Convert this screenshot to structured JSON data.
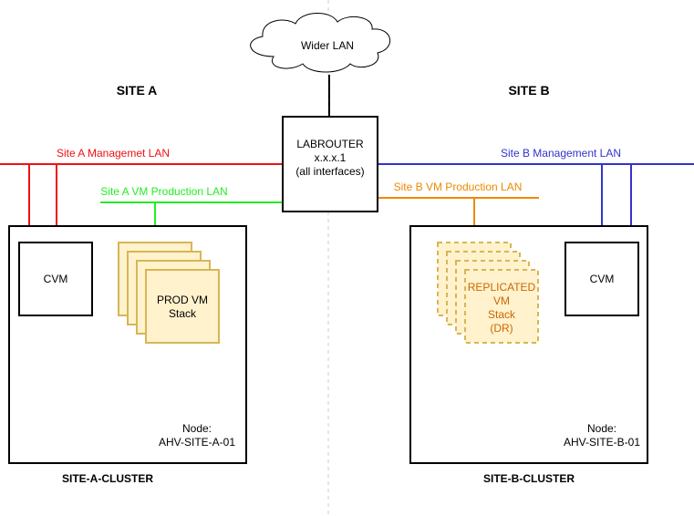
{
  "cloud": {
    "label": "Wider LAN"
  },
  "sites": {
    "a": {
      "title": "SITE A",
      "cluster_label": "SITE-A-CLUSTER",
      "mgmt_lan": "Site A Managemet LAN",
      "vm_lan": "Site A VM Production LAN",
      "cvm": "CVM",
      "stack": [
        "PROD VM",
        "Stack"
      ],
      "node": [
        "Node:",
        "AHV-SITE-A-01"
      ]
    },
    "b": {
      "title": "SITE B",
      "cluster_label": "SITE-B-CLUSTER",
      "mgmt_lan": "Site B Management LAN",
      "vm_lan": "Site B VM Production LAN",
      "cvm": "CVM",
      "stack": [
        "REPLICATED",
        "VM",
        "Stack",
        "(DR)"
      ],
      "node": [
        "Node:",
        "AHV-SITE-B-01"
      ]
    }
  },
  "router": {
    "lines": [
      "LABROUTER",
      "x.x.x.1",
      "(all interfaces)"
    ]
  },
  "colors": {
    "site_a_mgmt": "#ee1111",
    "site_a_vm": "#22ee22",
    "site_b_mgmt": "#3333cc",
    "site_b_vm": "#ee8800",
    "stack_fill": "#fff2cc",
    "stack_stroke": "#d6b656",
    "dr_text": "#cc6600"
  }
}
